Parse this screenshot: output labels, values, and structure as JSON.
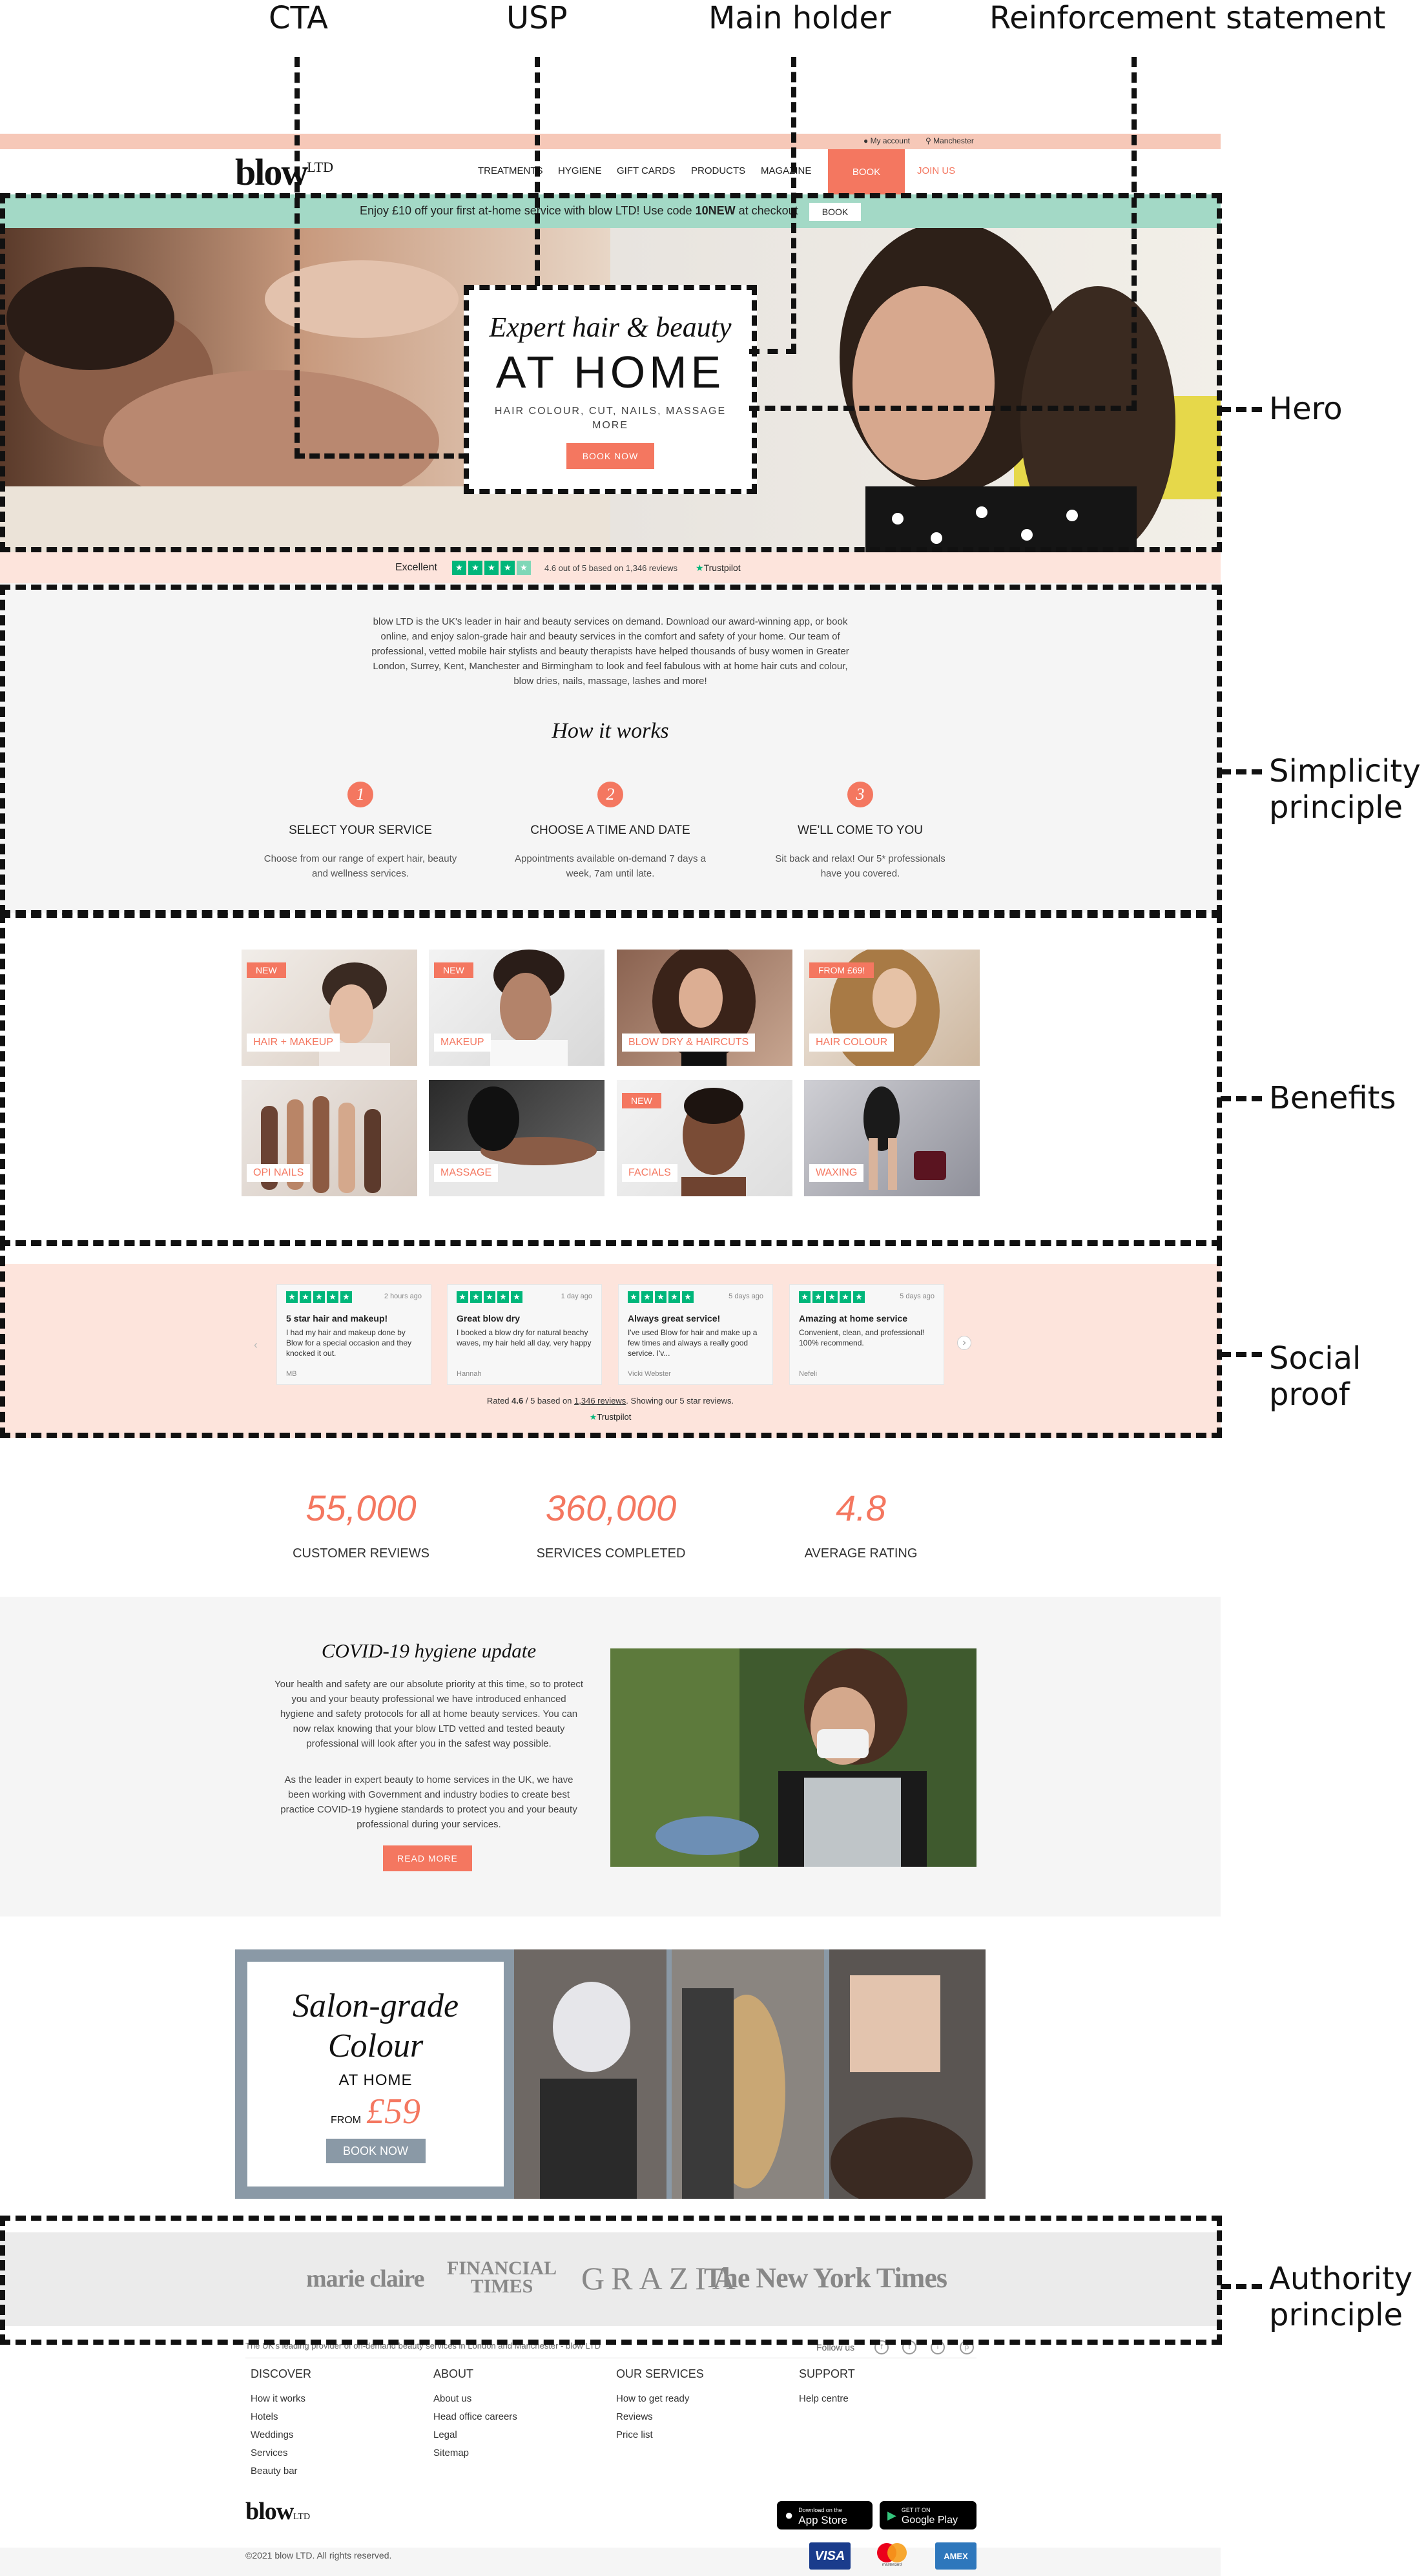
{
  "annotations": {
    "top": {
      "cta": "CTA",
      "usp": "USP",
      "main_holder": "Main holder",
      "reinforcement": "Reinforcement statement"
    },
    "side": {
      "hero": "Hero",
      "simplicity": [
        "Simplicity",
        "principle"
      ],
      "benefits": "Benefits",
      "social_proof": [
        "Social",
        "proof"
      ],
      "authority": [
        "Authority",
        "principle"
      ]
    }
  },
  "utility_bar": {
    "account": "My account",
    "location": "Manchester"
  },
  "header": {
    "logo_main": "blow",
    "logo_suffix": "LTD",
    "nav": [
      "TREATMENTS",
      "HYGIENE",
      "GIFT CARDS",
      "PRODUCTS",
      "MAGAZINE"
    ],
    "book": "BOOK",
    "join": "JOIN US"
  },
  "promo": {
    "text_before": "Enjoy £10 off your first at-home service with blow LTD! Use code ",
    "code": "10NEW",
    "text_after": " at checkout",
    "button": "BOOK"
  },
  "hero": {
    "line1": "Expert hair & beauty",
    "line2": "AT HOME",
    "services": "HAIR COLOUR, CUT, NAILS, MASSAGE",
    "more": "MORE",
    "cta": "BOOK NOW"
  },
  "trustbar": {
    "rating_word": "Excellent",
    "summary": "4.6 out of 5 based on 1,346 reviews",
    "brand": "Trustpilot"
  },
  "intro": {
    "text": "blow LTD is the UK's leader in hair and beauty services on demand. Download our award-winning app, or book online, and enjoy salon-grade hair and beauty services in the comfort and safety of your home. Our team of professional, vetted mobile hair stylists and beauty therapists have helped thousands of busy women in Greater London, Surrey, Kent, Manchester and Birmingham to look and feel fabulous with at home hair cuts and colour, blow dries, nails, massage, lashes and more!"
  },
  "how_it_works": {
    "title": "How it works",
    "steps": [
      {
        "num": "1",
        "title": "SELECT YOUR SERVICE",
        "body": "Choose from our range of expert hair, beauty and wellness services."
      },
      {
        "num": "2",
        "title": "CHOOSE A TIME AND DATE",
        "body": "Appointments available on-demand 7 days a week, 7am until late."
      },
      {
        "num": "3",
        "title": "WE'LL COME TO YOU",
        "body": "Sit back and relax! Our 5* professionals have you covered."
      }
    ]
  },
  "services": [
    {
      "label": "HAIR + MAKEUP",
      "badge": "NEW"
    },
    {
      "label": "MAKEUP",
      "badge": "NEW"
    },
    {
      "label": "BLOW DRY & HAIRCUTS",
      "badge": ""
    },
    {
      "label": "HAIR COLOUR",
      "badge": "FROM £69!"
    },
    {
      "label": "OPI NAILS",
      "badge": ""
    },
    {
      "label": "MASSAGE",
      "badge": ""
    },
    {
      "label": "FACIALS",
      "badge": "NEW"
    },
    {
      "label": "WAXING",
      "badge": ""
    }
  ],
  "reviews": {
    "items": [
      {
        "time": "2 hours ago",
        "title": "5 star hair and makeup!",
        "body": "I had my hair and makeup done by Blow for a special occasion and they knocked it out.",
        "author": "MB"
      },
      {
        "time": "1 day ago",
        "title": "Great blow dry",
        "body": "I booked a blow dry for natural beachy waves, my hair held all day, very happy",
        "author": "Hannah"
      },
      {
        "time": "5 days ago",
        "title": "Always great service!",
        "body": "I've used Blow for hair and make up a few times and always a really good service. I'v...",
        "author": "Vicki Webster"
      },
      {
        "time": "5 days ago",
        "title": "Amazing at home service",
        "body": "Convenient, clean, and professional! 100% recommend.",
        "author": "Nefeli"
      }
    ],
    "summary_pre": "Rated ",
    "summary_rating": "4.6",
    "summary_mid": " / 5 based on ",
    "summary_link": "1,346 reviews",
    "summary_post": ". Showing our 5 star reviews.",
    "brand": "Trustpilot"
  },
  "stats": [
    {
      "value": "55,000",
      "label": "CUSTOMER REVIEWS"
    },
    {
      "value": "360,000",
      "label": "SERVICES COMPLETED"
    },
    {
      "value": "4.8",
      "label": "AVERAGE RATING"
    }
  ],
  "covid": {
    "title": "COVID-19 hygiene update",
    "p1": "Your health and safety are our absolute priority at this time, so to protect you and your beauty professional we have introduced enhanced hygiene and safety protocols for all at home beauty services. You can now relax knowing that your blow LTD vetted and tested beauty professional will look after you in the safest way possible.",
    "p2": "As the leader in expert beauty to home services in the UK, we have been working with Government and industry bodies to create best practice COVID-19 hygiene standards to protect you and your beauty professional during your services.",
    "cta": "READ MORE"
  },
  "colour_promo": {
    "line1": "Salon-grade",
    "line2": "Colour",
    "line3": "AT HOME",
    "from": "FROM",
    "price": "£59",
    "cta": "BOOK NOW"
  },
  "press": [
    "marie claire",
    "FINANCIAL",
    "TIMES",
    "GRAZIA",
    "The New York Times"
  ],
  "footer": {
    "tagline": "The UK's leading provider of on-demand beauty services in London and Manchester - blow LTD",
    "follow": "Follow us",
    "social_icons": [
      "f",
      "t",
      "i",
      "p"
    ],
    "columns": [
      {
        "heading": "DISCOVER",
        "links": [
          "How it works",
          "Hotels",
          "Weddings",
          "Services",
          "Beauty bar"
        ]
      },
      {
        "heading": "ABOUT",
        "links": [
          "About us",
          "Head office careers",
          "Legal",
          "Sitemap"
        ]
      },
      {
        "heading": "OUR SERVICES",
        "links": [
          "How to get ready",
          "Reviews",
          "Price list"
        ]
      },
      {
        "heading": "SUPPORT",
        "links": [
          "Help centre"
        ]
      }
    ],
    "logo_main": "blow",
    "logo_suffix": "LTD",
    "appstore_small": "Download on the",
    "appstore": "App Store",
    "googleplay_small": "GET IT ON",
    "googleplay": "Google Play",
    "copyright": "©2021 blow LTD. All rights reserved.",
    "payments": [
      "VISA",
      "mastercard",
      "AMEX"
    ]
  },
  "colors": {
    "coral": "#f47760",
    "mint": "#a3d9c6",
    "peach": "#f6c8b8",
    "pink_bg": "#fde4dc",
    "grey_bg": "#f5f5f5",
    "slate": "#8a99a6"
  }
}
